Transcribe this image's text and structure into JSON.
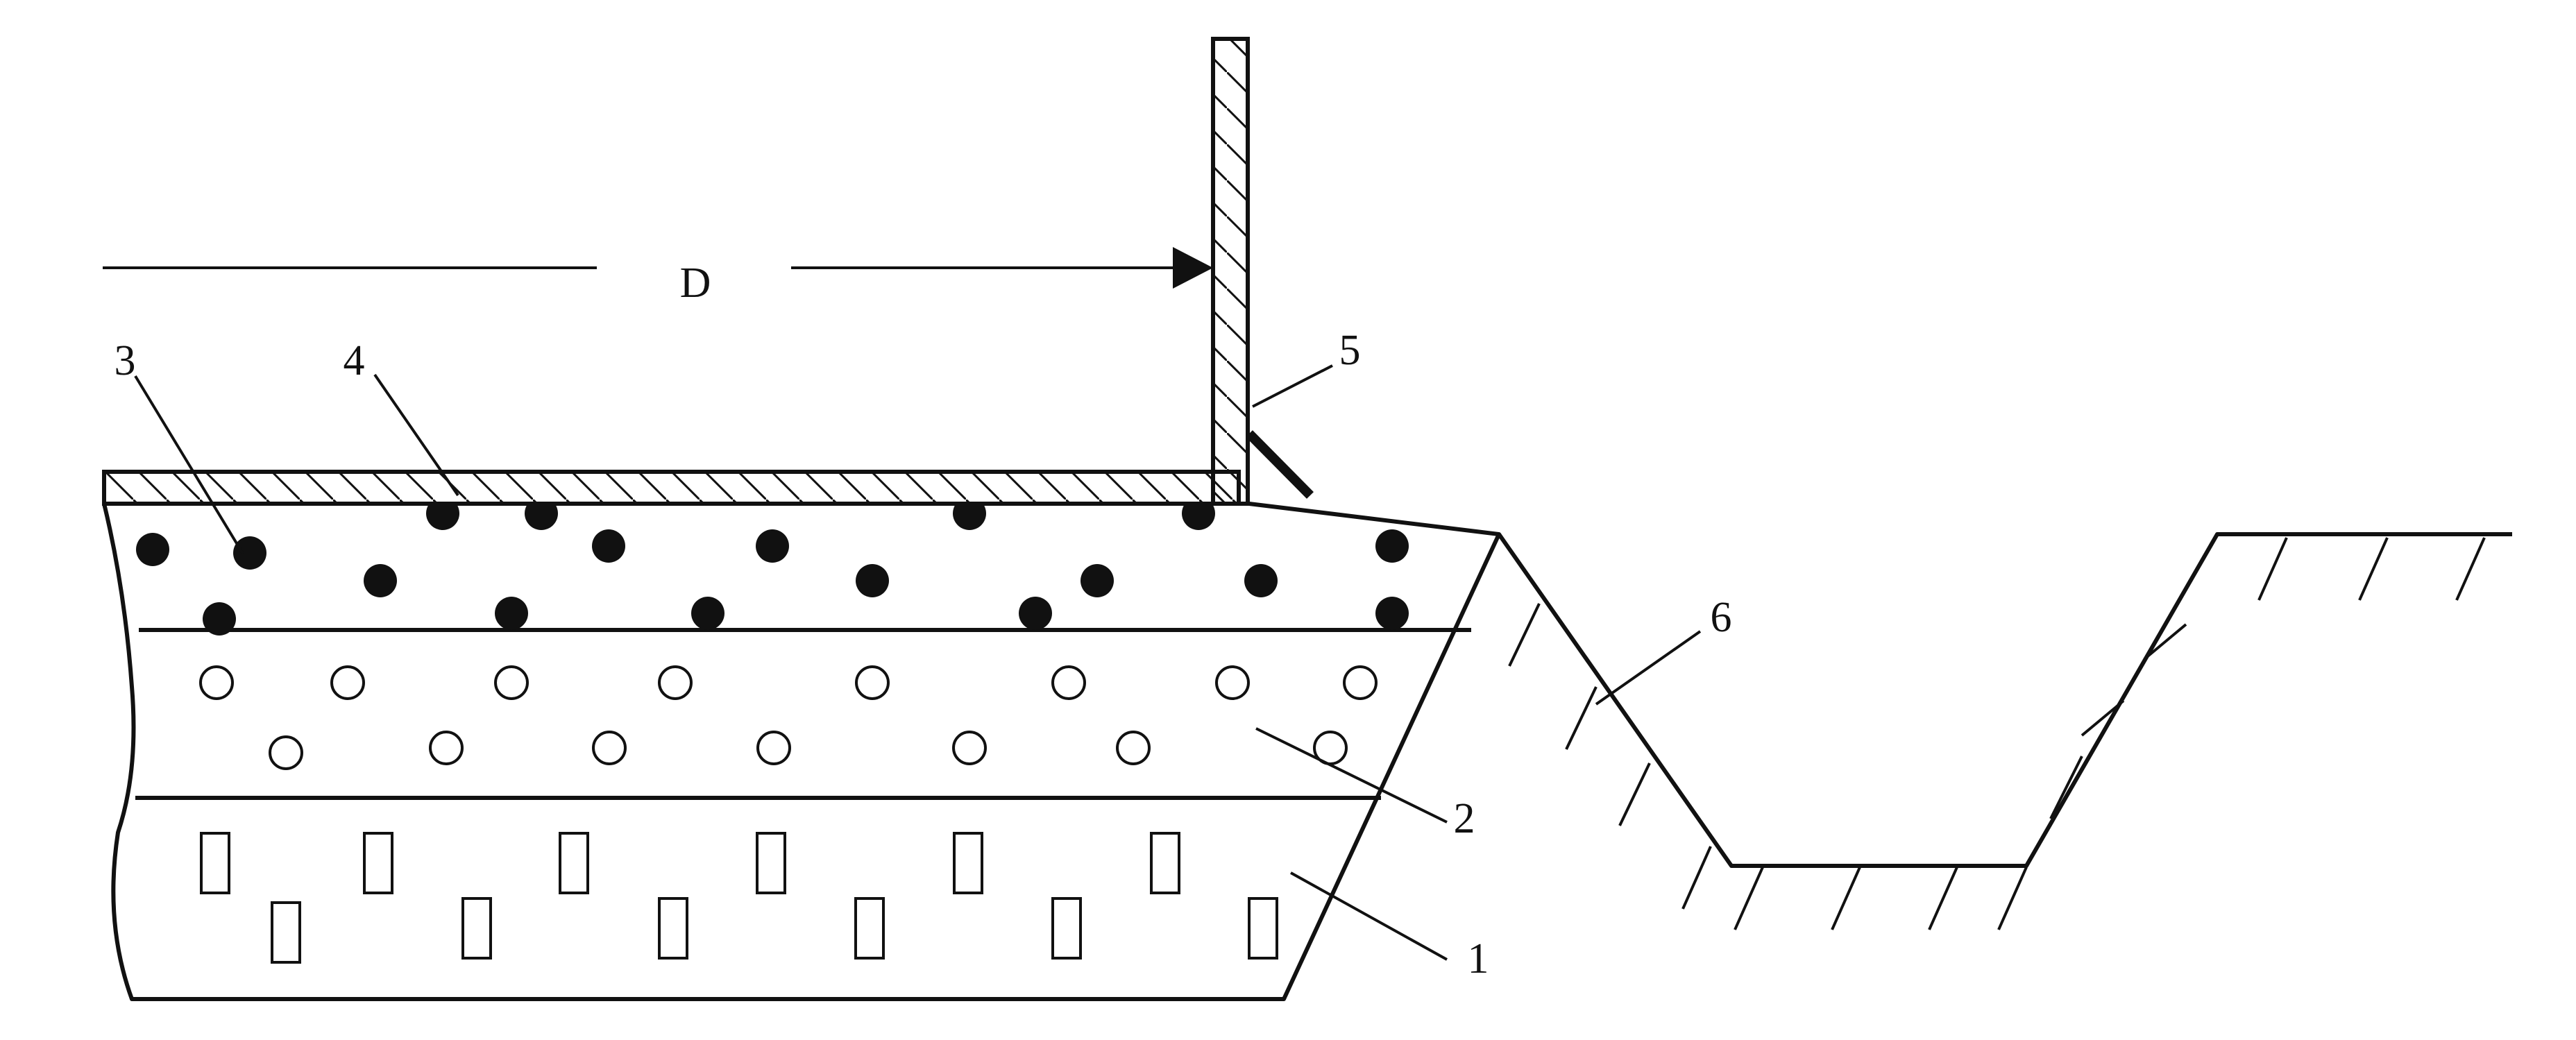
{
  "figure": {
    "dimension_label": "D",
    "callouts": [
      {
        "id": "callout-3",
        "text": "3"
      },
      {
        "id": "callout-4",
        "text": "4"
      },
      {
        "id": "callout-5",
        "text": "5"
      },
      {
        "id": "callout-6",
        "text": "6"
      },
      {
        "id": "callout-2",
        "text": "2"
      },
      {
        "id": "callout-1",
        "text": "1"
      }
    ],
    "ink_color": "#111111",
    "paper_color": "#ffffff"
  }
}
